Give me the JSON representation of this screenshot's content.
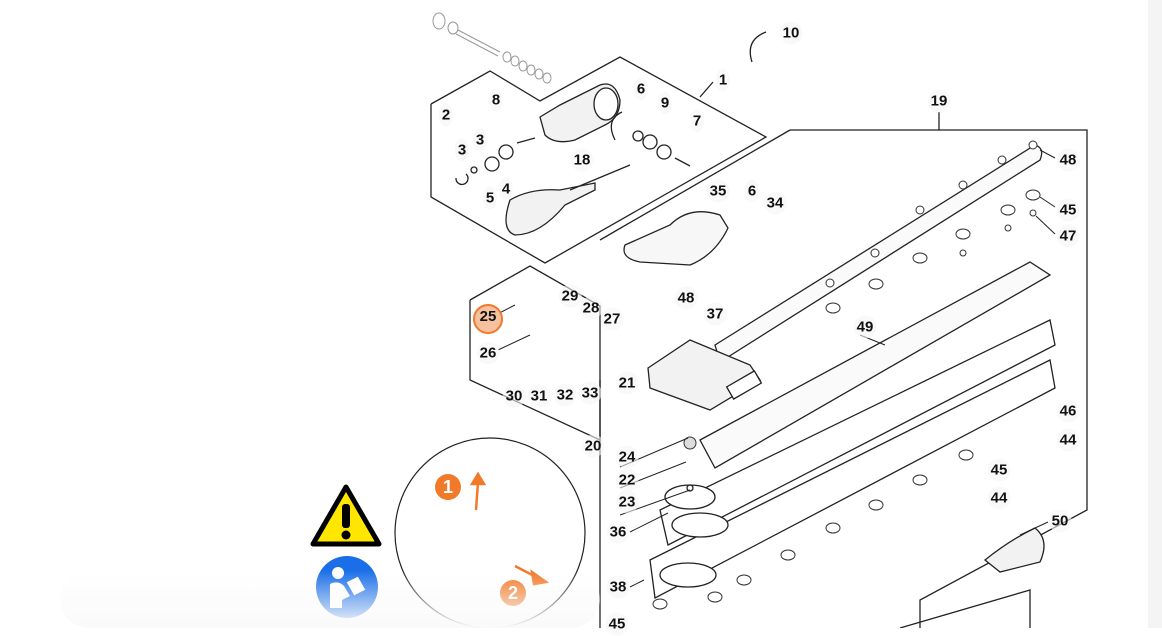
{
  "diagram": {
    "title": "Hedge trimmer attachment exploded parts diagram",
    "highlighted_part": "25",
    "accent_color": "#f07a2a",
    "highlight_fill": "#f6c19f",
    "warning_color": "#ffe600",
    "manual_icon_color": "#1a6fe8",
    "callouts": [
      {
        "id": "p1",
        "label": "1"
      },
      {
        "id": "p2",
        "label": "2"
      },
      {
        "id": "p3a",
        "label": "3"
      },
      {
        "id": "p3b",
        "label": "3"
      },
      {
        "id": "p4",
        "label": "4"
      },
      {
        "id": "p5",
        "label": "5"
      },
      {
        "id": "p6a",
        "label": "6"
      },
      {
        "id": "p6b",
        "label": "6"
      },
      {
        "id": "p7",
        "label": "7"
      },
      {
        "id": "p8",
        "label": "8"
      },
      {
        "id": "p9",
        "label": "9"
      },
      {
        "id": "p10",
        "label": "10"
      },
      {
        "id": "p18",
        "label": "18"
      },
      {
        "id": "p19",
        "label": "19"
      },
      {
        "id": "p20",
        "label": "20"
      },
      {
        "id": "p21",
        "label": "21"
      },
      {
        "id": "p22",
        "label": "22"
      },
      {
        "id": "p23",
        "label": "23"
      },
      {
        "id": "p24",
        "label": "24"
      },
      {
        "id": "p25",
        "label": "25"
      },
      {
        "id": "p26",
        "label": "26"
      },
      {
        "id": "p27",
        "label": "27"
      },
      {
        "id": "p28",
        "label": "28"
      },
      {
        "id": "p29",
        "label": "29"
      },
      {
        "id": "p30",
        "label": "30"
      },
      {
        "id": "p31",
        "label": "31"
      },
      {
        "id": "p32",
        "label": "32"
      },
      {
        "id": "p33",
        "label": "33"
      },
      {
        "id": "p34",
        "label": "34"
      },
      {
        "id": "p35",
        "label": "35"
      },
      {
        "id": "p36",
        "label": "36"
      },
      {
        "id": "p37",
        "label": "37"
      },
      {
        "id": "p38",
        "label": "38"
      },
      {
        "id": "p44a",
        "label": "44"
      },
      {
        "id": "p44b",
        "label": "44"
      },
      {
        "id": "p45a",
        "label": "45"
      },
      {
        "id": "p45b",
        "label": "45"
      },
      {
        "id": "p45c",
        "label": "45"
      },
      {
        "id": "p46",
        "label": "46"
      },
      {
        "id": "p47",
        "label": "47"
      },
      {
        "id": "p48a",
        "label": "48"
      },
      {
        "id": "p48b",
        "label": "48"
      },
      {
        "id": "p49",
        "label": "49"
      },
      {
        "id": "p50",
        "label": "50"
      }
    ],
    "detail_steps": [
      {
        "label": "1"
      },
      {
        "label": "2"
      }
    ],
    "icons": {
      "warning": "warning-triangle-icon",
      "manual": "read-manual-icon"
    }
  }
}
